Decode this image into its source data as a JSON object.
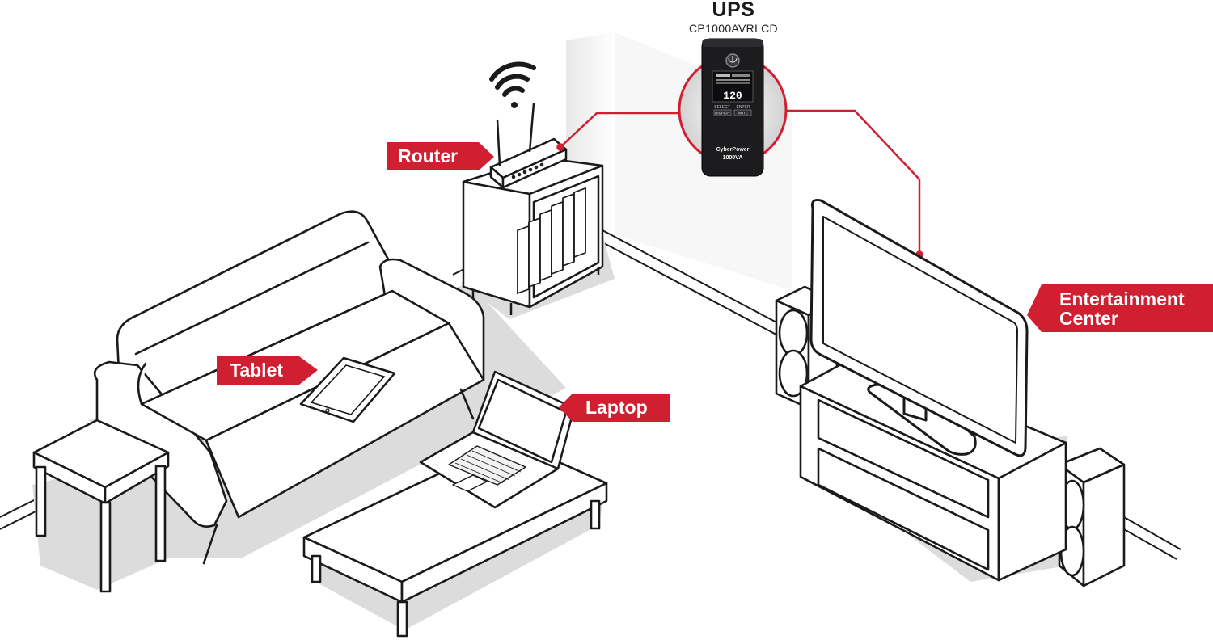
{
  "ups": {
    "title": "UPS",
    "model": "CP1000AVRLCD",
    "display_reading": "120",
    "select_label": "SELECT",
    "enter_label": "ENTER",
    "display_button": "DISPLAY",
    "mute_button": "MUTE",
    "brand": "CyberPower",
    "capacity": "1000VA"
  },
  "labels": {
    "router": "Router",
    "tablet": "Tablet",
    "laptop": "Laptop",
    "entertainment_line1": "Entertainment",
    "entertainment_line2": "Center"
  },
  "colors": {
    "accent_red": "#d11f32",
    "line": "#1a1a1a",
    "floor_shadow": "#dcdcdc",
    "ups_body": "#1c1c1f"
  }
}
